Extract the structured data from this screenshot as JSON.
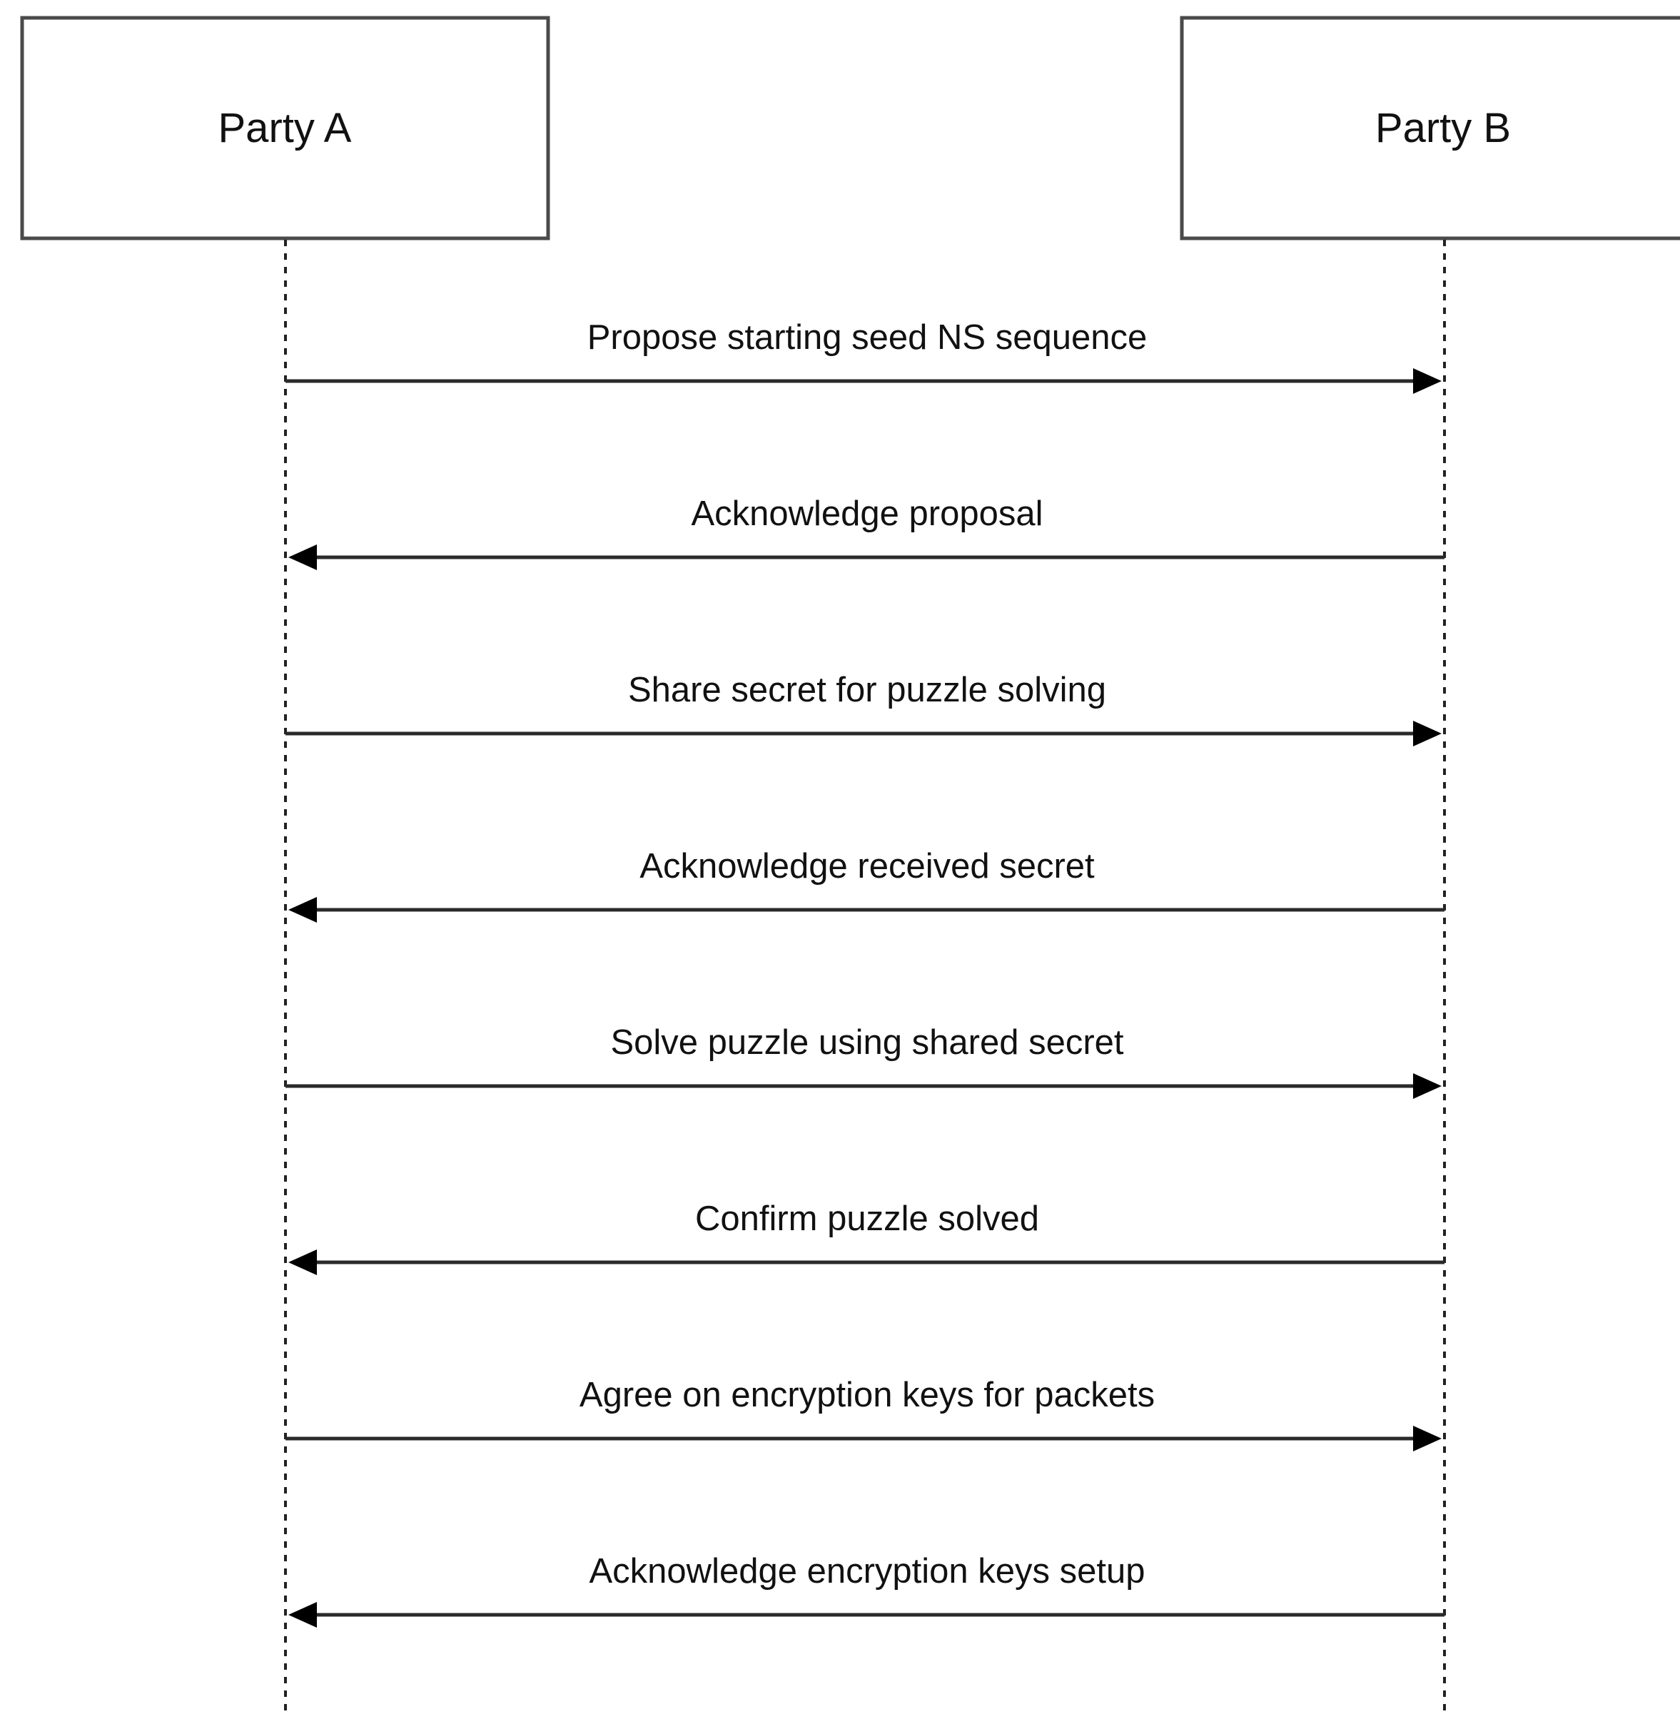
{
  "participants": [
    {
      "id": "A",
      "label": "Party A"
    },
    {
      "id": "B",
      "label": "Party B"
    }
  ],
  "messages": [
    {
      "from": "A",
      "to": "B",
      "label": "Propose starting seed NS sequence"
    },
    {
      "from": "B",
      "to": "A",
      "label": "Acknowledge proposal"
    },
    {
      "from": "A",
      "to": "B",
      "label": "Share secret for puzzle solving"
    },
    {
      "from": "B",
      "to": "A",
      "label": "Acknowledge received secret"
    },
    {
      "from": "A",
      "to": "B",
      "label": "Solve puzzle using shared secret"
    },
    {
      "from": "B",
      "to": "A",
      "label": "Confirm puzzle solved"
    },
    {
      "from": "A",
      "to": "B",
      "label": "Agree on encryption keys for packets"
    },
    {
      "from": "B",
      "to": "A",
      "label": "Acknowledge encryption keys setup"
    }
  ]
}
